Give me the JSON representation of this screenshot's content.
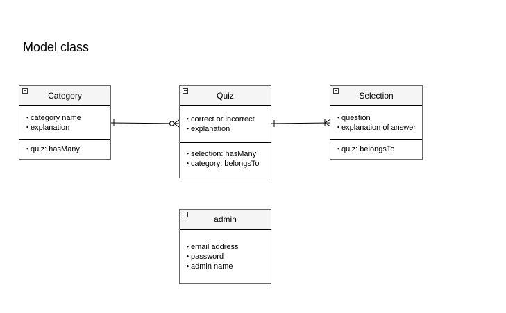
{
  "diagram": {
    "title": "Model class",
    "entities": {
      "category": {
        "name": "Category",
        "attributes": [
          "category name",
          "explanation"
        ],
        "relations": [
          "quiz: hasMany"
        ]
      },
      "quiz": {
        "name": "Quiz",
        "attributes": [
          "correct or incorrect",
          "explanation"
        ],
        "relations": [
          "selection: hasMany",
          "category: belongsTo"
        ]
      },
      "selection": {
        "name": "Selection",
        "attributes": [
          "question",
          "explanation of answer"
        ],
        "relations": [
          "quiz: belongsTo"
        ]
      },
      "admin": {
        "name": "admin",
        "attributes": [
          "email address",
          "password",
          "admin name"
        ]
      }
    },
    "connectors": [
      {
        "from": "Category",
        "to": "Quiz",
        "from_end": "one",
        "to_end": "zero-or-many"
      },
      {
        "from": "Quiz",
        "to": "Selection",
        "from_end": "one",
        "to_end": "one-or-many"
      }
    ]
  }
}
